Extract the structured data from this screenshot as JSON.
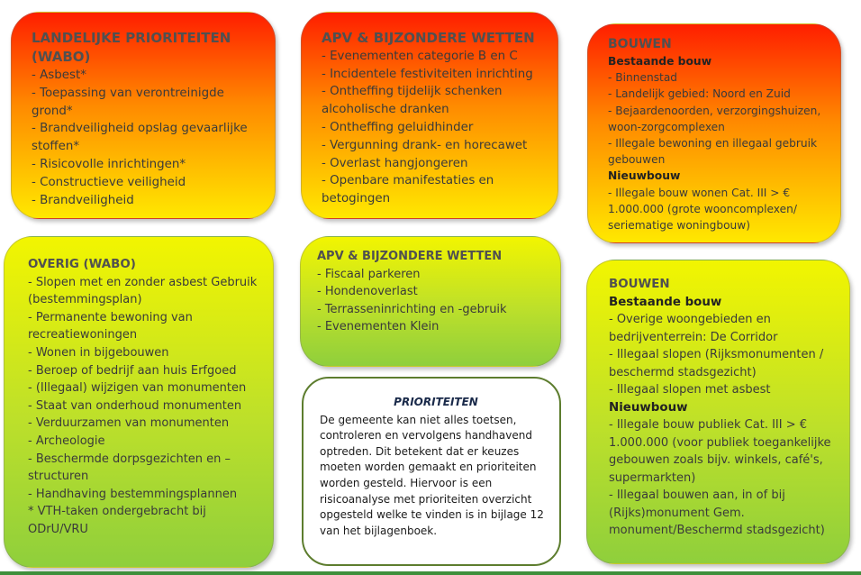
{
  "box1": {
    "title": "LANDELIJKE PRIORITEITEN (WABO)",
    "items": [
      "- Asbest*",
      "- Toepassing van verontreinigde grond*",
      "- Brandveiligheid opslag gevaarlijke stoffen*",
      "- Risicovolle inrichtingen*",
      "- Constructieve veiligheid",
      "- Brandveiligheid"
    ]
  },
  "box2": {
    "title": "APV & BIJZONDERE WETTEN",
    "items": [
      "- Evenementen categorie  B en C",
      "- Incidentele festiviteiten inrichting",
      "- Ontheffing tijdelijk schenken alcoholische dranken",
      "- Ontheffing geluidhinder",
      "- Vergunning drank- en horecawet",
      "- Overlast hangjongeren",
      "- Openbare manifestaties en betogingen"
    ]
  },
  "box3": {
    "title": "BOUWEN",
    "sub1": "Bestaande bouw",
    "items1": [
      "- Binnenstad",
      "- Landelijk gebied: Noord en Zuid",
      "- Bejaardenoorden, verzorgingshuizen, woon-zorgcomplexen",
      "- Illegale bewoning en illegaal gebruik gebouwen"
    ],
    "sub2": "Nieuwbouw",
    "items2": [
      "-  Illegale bouw wonen Cat. III > € 1.000.000  (grote wooncomplexen/ seriematige woningbouw)"
    ]
  },
  "box4": {
    "title": "OVERIG (WABO)",
    "items": [
      "- Slopen met en zonder asbest Gebruik (bestemmingsplan)",
      "- Permanente bewoning van recreatiewoningen",
      "- Wonen in bijgebouwen",
      "- Beroep of bedrijf aan huis Erfgoed",
      "- (Illegaal) wijzigen van monumenten",
      "- Staat van onderhoud  monumenten",
      "- Verduurzamen van monumenten",
      "- Archeologie",
      "- Beschermde dorpsgezichten en –structuren",
      "- Handhaving bestemmingsplannen",
      "* VTH-taken  ondergebracht bij ODrU/VRU"
    ]
  },
  "box5": {
    "title": "APV & BIJZONDERE WETTEN",
    "items": [
      "- Fiscaal parkeren",
      "- Hondenoverlast",
      "- Terrasseninrichting en -gebruik",
      "- Evenementen Klein"
    ]
  },
  "box6": {
    "title": "BOUWEN",
    "sub1": "Bestaande bouw",
    "items1": [
      "- Overige woongebieden en bedrijventerrein: De Corridor",
      "- Illegaal slopen (Rijksmonumenten / beschermd stadsgezicht)",
      "- Illegaal slopen met asbest"
    ],
    "sub2": "Nieuwbouw",
    "items2": [
      "- Illegale bouw publiek Cat. III > € 1.000.000 (voor publiek toegankelijke gebouwen zoals bijv. winkels, café's, supermarkten)",
      "- Illegaal bouwen aan, in of bij (Rijks)monument Gem. monument/Beschermd stadsgezicht)"
    ]
  },
  "prio": {
    "title": "PRIORITEITEN",
    "text": "De gemeente kan niet alles toetsen, controleren en vervolgens handhavend optreden. Dit betekent dat er keuzes moeten worden gemaakt en prioriteiten worden gesteld. Hiervoor is een risicoanalyse met prioriteiten overzicht opgesteld welke te vinden is in bijlage 12 van het bijlagenboek."
  }
}
